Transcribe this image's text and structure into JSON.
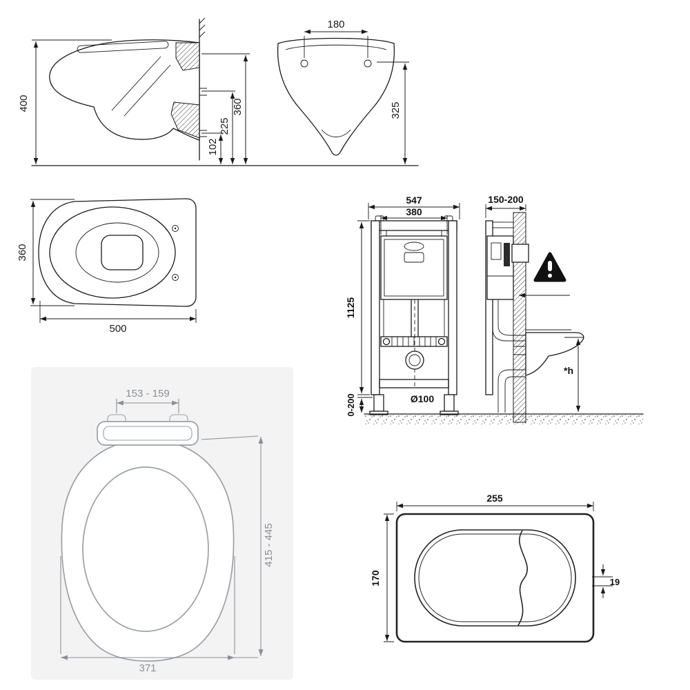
{
  "colors": {
    "line": "#1a1a1a",
    "seat_line": "#9aa0a8",
    "seat_background": "#f3f3f3",
    "background": "#ffffff"
  },
  "side_view": {
    "height": "400",
    "fixing_height": "360",
    "outlet_height": "225",
    "inlet_height": "102"
  },
  "front_view": {
    "hole_spacing": "180",
    "bowl_height": "325"
  },
  "top_view": {
    "width": "360",
    "depth": "500"
  },
  "installation": {
    "frame_width": "547",
    "fixing_width": "380",
    "frame_height": "1125",
    "foot_adjustment": "0-200",
    "outlet_diameter": "Ø100",
    "wall_depth": "150-200",
    "bowl_height": "*h"
  },
  "seat": {
    "hinge_spacing": "153 - 159",
    "length": "415 - 445",
    "width": "371"
  },
  "flush_plate": {
    "width": "255",
    "height": "170",
    "thickness": "19"
  }
}
